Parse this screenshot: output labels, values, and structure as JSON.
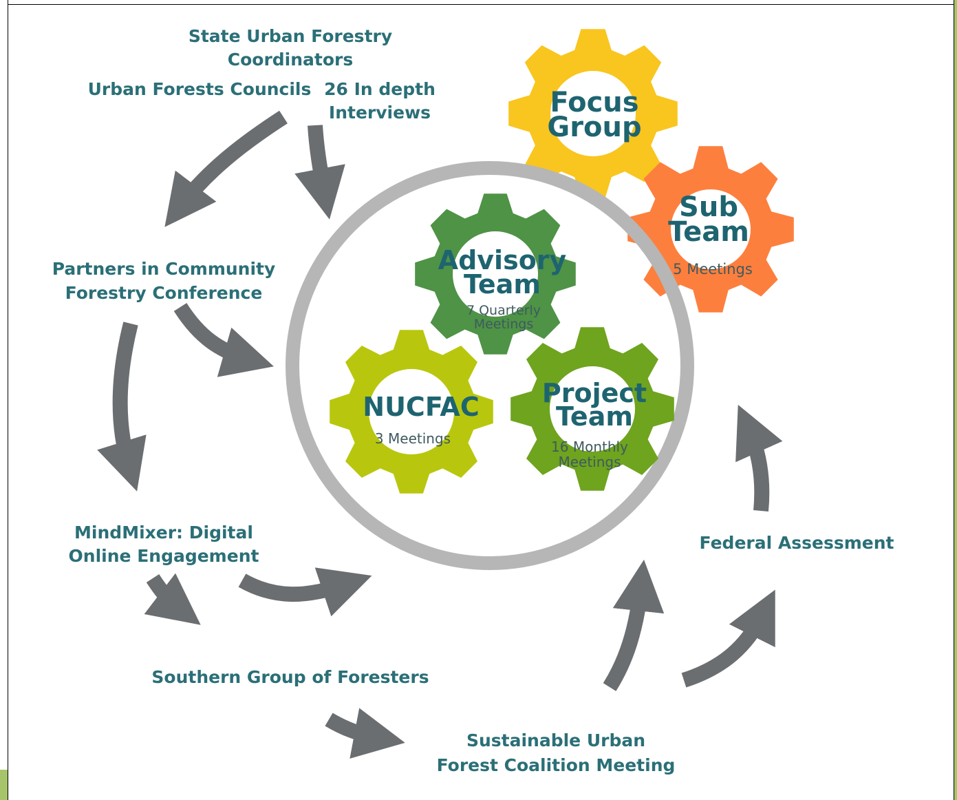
{
  "labels": {
    "state_urban_l1": "State Urban Forestry",
    "state_urban_l2": "Coordinators",
    "urban_councils": "Urban Forests Councils",
    "interviews_l1": "26 In depth",
    "interviews_l2": "Interviews",
    "partners_l1": "Partners in Community",
    "partners_l2": "Forestry Conference",
    "mindmixer_l1": "MindMixer: Digital",
    "mindmixer_l2": "Online Engagement",
    "southern": "Southern Group of Foresters",
    "sustainable_l1": "Sustainable Urban",
    "sustainable_l2": "Forest Coalition Meeting",
    "federal": "Federal Assessment"
  },
  "gears": {
    "focus": {
      "title_l1": "Focus",
      "title_l2": "Group",
      "color": "#f9c51f"
    },
    "sub": {
      "title_l1": "Sub",
      "title_l2": "Team",
      "note": "5 Meetings",
      "color": "#fd7f3e"
    },
    "advisory": {
      "title_l1": "Advisory",
      "title_l2": "Team",
      "note_l1": "7 Quarterly",
      "note_l2": "Meetings",
      "color": "#4e9346"
    },
    "nucfac": {
      "title": "NUCFAC",
      "note": "3 Meetings",
      "color": "#b8c70e"
    },
    "project": {
      "title_l1": "Project",
      "title_l2": "Team",
      "note_l1": "16 Monthly",
      "note_l2": "Meetings",
      "color": "#6ea41e"
    }
  },
  "colors": {
    "arrow": "#6b6e70",
    "ring": "#b6b6b6",
    "label": "#2b6f77",
    "accent_green": "#a8c46a"
  }
}
